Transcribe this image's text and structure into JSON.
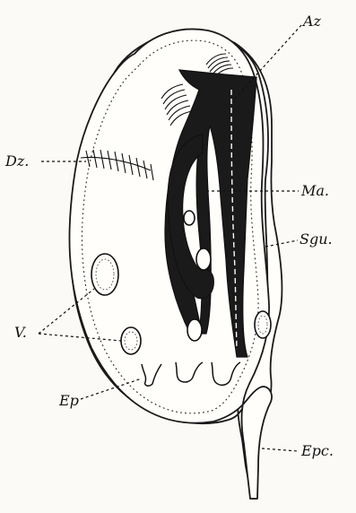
{
  "labels": {
    "az": "Az",
    "dz": "Dz.",
    "ma": "Ma.",
    "sgu": "Sgu.",
    "v": "V.",
    "ep": "Ep",
    "epc": "Epc."
  },
  "colors": {
    "ink": "#111111",
    "paper": "#fbfaf6",
    "macronucleus": "#1a1a1a"
  }
}
